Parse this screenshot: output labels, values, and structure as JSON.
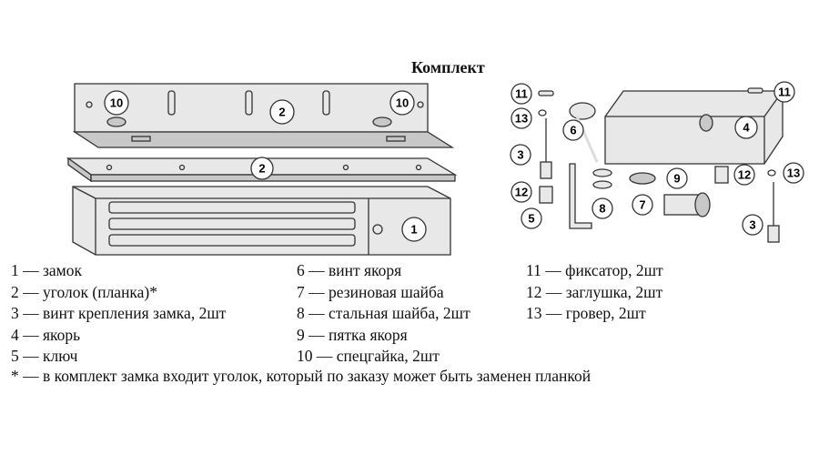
{
  "title": "Комплект",
  "callouts": [
    "1",
    "2",
    "3",
    "4",
    "5",
    "6",
    "7",
    "8",
    "9",
    "10",
    "11",
    "12",
    "13"
  ],
  "legend": {
    "col1": [
      "1 — замок",
      "2 — уголок (планка)*",
      "3 — винт крепления замка, 2шт",
      "4 — якорь",
      "5 — ключ"
    ],
    "col2": [
      "6 — винт якоря",
      "7 — резиновая шайба",
      "8 — стальная шайба, 2шт",
      "9 — пятка якоря",
      "10 — спецгайка, 2шт"
    ],
    "col3": [
      "11 — фиксатор, 2шт",
      "12 — заглушка, 2шт",
      "13 — гровер, 2шт"
    ]
  },
  "footnote": "* — в комплект замка входит уголок, который по заказу может быть заменен планкой"
}
